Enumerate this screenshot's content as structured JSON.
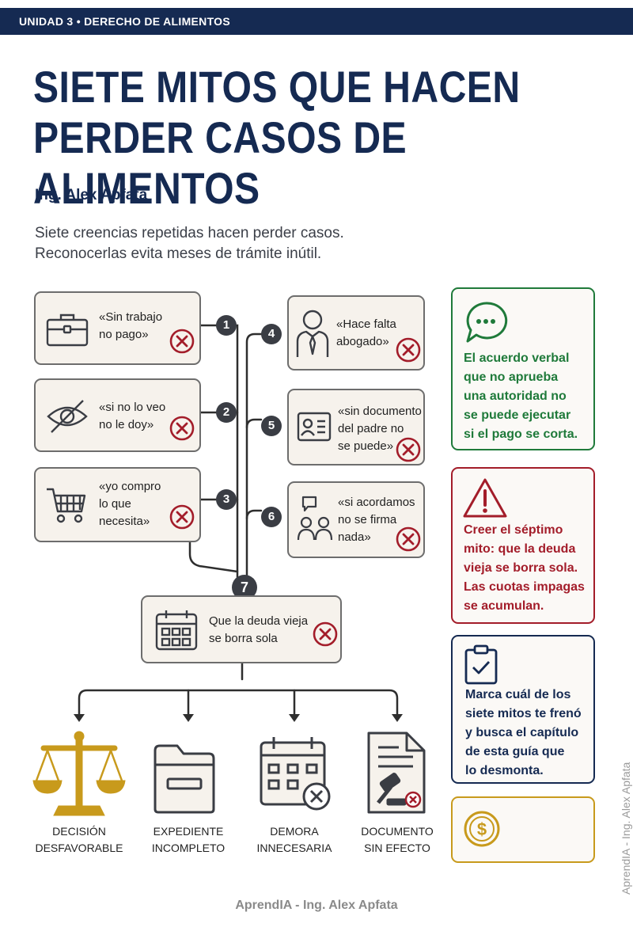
{
  "header": {
    "unit_label": "UNIDAD 3  •  DERECHO DE ALIMENTOS"
  },
  "title": {
    "line1": "SIETE MITOS QUE HACEN",
    "line2": "PERDER CASOS DE ALIMENTOS"
  },
  "author": "Ing. Alex Apfata",
  "intro": {
    "line1": "Siete creencias repetidas hacen perder casos.",
    "line2": "Reconocerlas evita meses de trámite inútil."
  },
  "myths": [
    {
      "number": "1",
      "text": "«Sin trabajo\nno pago»",
      "icon": "briefcase-icon"
    },
    {
      "number": "2",
      "text": "«si no lo veo\nno le doy»",
      "icon": "eye-off-icon"
    },
    {
      "number": "3",
      "text": "«yo compro\nlo que\nnecesita»",
      "icon": "shopping-cart-icon"
    },
    {
      "number": "4",
      "text": "«Hace falta\nabogado»",
      "icon": "lawyer-icon"
    },
    {
      "number": "5",
      "text": "«sin documento\ndel padre no\nse puede»",
      "icon": "id-card-icon"
    },
    {
      "number": "6",
      "text": "«si acordamos\nno se firma\nnada»",
      "icon": "people-chat-icon"
    },
    {
      "number": "7",
      "text": "Que la deuda vieja\nse borra sola",
      "icon": "calendar-icon"
    }
  ],
  "outcomes": [
    {
      "label": "DECISIÓN\nDESFAVORABLE",
      "icon": "scales-icon"
    },
    {
      "label": "EXPEDIENTE\nINCOMPLETO",
      "icon": "folder-icon"
    },
    {
      "label": "DEMORA\nINNECESARIA",
      "icon": "calendar-x-icon"
    },
    {
      "label": "DOCUMENTO\nSIN EFECTO",
      "icon": "document-gavel-icon"
    }
  ],
  "side_notes": [
    {
      "text": "El acuerdo verbal\nque no aprueba\nuna autoridad no\nse puede ejecutar\nsi el pago se corta.",
      "icon": "speech-bubble-icon",
      "color": "#1f7a3a"
    },
    {
      "text": "Creer el séptimo\nmito: que la deuda\nvieja se borra sola.\nLas cuotas impagas\nse acumulan.",
      "icon": "warning-icon",
      "color": "#a31d2a"
    },
    {
      "text": "Marca cuál de los\nsiete mitos te frenó\ny busca el capítulo\nde esta guía que\nlo desmonta.",
      "icon": "clipboard-check-icon",
      "color": "#152a52"
    },
    {
      "text": "",
      "icon": "dollar-coin-icon",
      "color": "#c89a1c"
    }
  ],
  "footer": "AprendIA - Ing. Alex Apfata",
  "vertical_credit": "AprendIA - Ing. Alex Apfata",
  "colors": {
    "navy": "#152a52",
    "green": "#1f7a3a",
    "red": "#a31d2a",
    "gold": "#c89a1c",
    "card_bg": "#f6f2ec"
  }
}
